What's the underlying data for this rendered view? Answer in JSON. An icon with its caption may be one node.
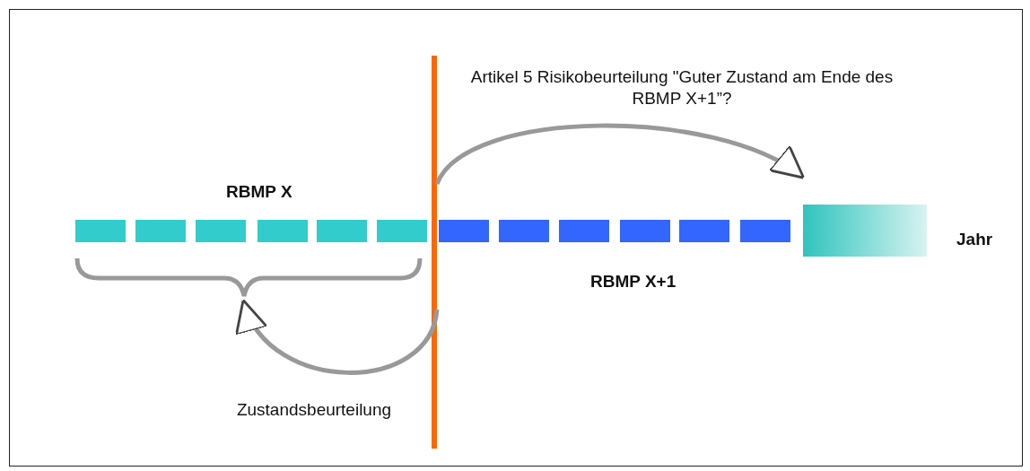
{
  "diagram": {
    "nodes": [
      {
        "text": [],
        "shape": "bar"
      },
      {
        "text": [],
        "shape": "box"
      },
      {
        "text": [],
        "shape": "bracket"
      }
    ],
    "edges": [
      {
        "from": 0,
        "to": 1,
        "arrow": "to",
        "label": "Artikel 5 Risikobeurteilung \"Guter Zustand am Ende des RBMP X+1”?"
      },
      {
        "from": 0,
        "to": 2,
        "arrow": "to",
        "label": "Zustandsbeurteilung"
      }
    ],
    "labels": [
      "RBMP X",
      "Jahr",
      "RBMP X+1"
    ]
  }
}
